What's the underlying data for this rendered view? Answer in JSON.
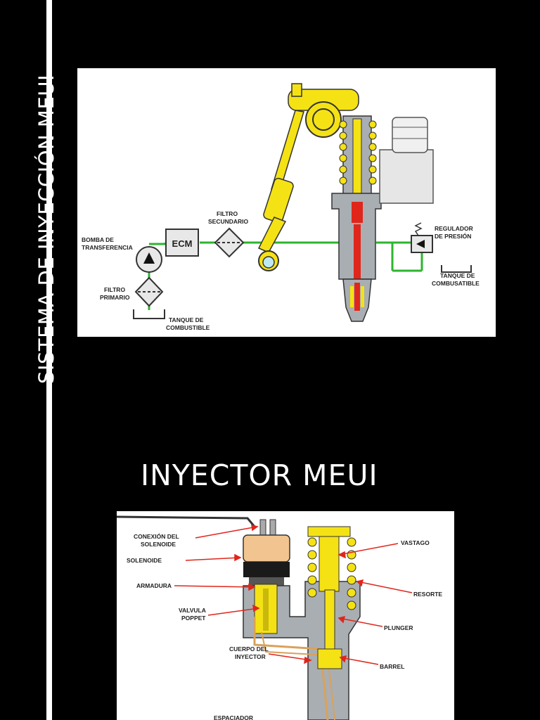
{
  "side_title": "SISTEMA DE INYECCIÓN MEUI",
  "section_title": "INYECTOR MEUI",
  "system_diagram": {
    "labels": {
      "bomba_1": "BOMBA DE",
      "bomba_2": "TRANSFERENCIA",
      "filtro_primario_1": "FILTRO",
      "filtro_primario_2": "PRIMARIO",
      "tanque_1": "TANQUE DE",
      "tanque_2": "COMBUSTIBLE",
      "ecm": "ECM",
      "filtro_sec_1": "FILTRO",
      "filtro_sec_2": "SECUNDARIO",
      "regulador_1": "REGULADOR",
      "regulador_2": "DE PRESIÓN",
      "tanque_r_1": "TANQUE DE",
      "tanque_r_2": "COMBUSATIBLE"
    }
  },
  "injector_diagram": {
    "labels": {
      "conexion_1": "CONEXIÓN DEL",
      "conexion_2": "SOLENOIDE",
      "solenoide": "SOLENOIDE",
      "armadura": "ARMADURA",
      "valvula_1": "VALVULA",
      "valvula_2": "POPPET",
      "cuerpo_1": "CUERPO DEL",
      "cuerpo_2": "INYECTOR",
      "espaciador": "ESPACIADOR",
      "vastago": "VASTAGO",
      "resorte": "RESORTE",
      "plunger": "PLUNGER",
      "barrel": "BARREL"
    }
  },
  "colors": {
    "fuel_line": "#2db52d",
    "yellow_part": "#f5e214",
    "red_part": "#e0261b",
    "body_gray": "#a9aeb3",
    "arrow_red": "#e0261b"
  }
}
